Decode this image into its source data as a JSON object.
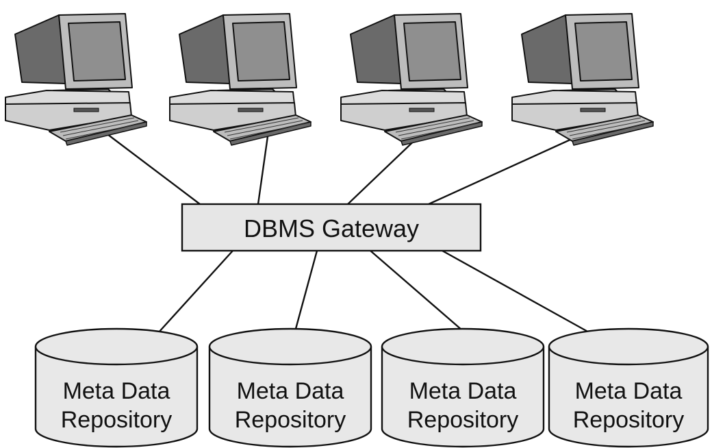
{
  "gateway": {
    "label": "DBMS Gateway"
  },
  "workstations": [
    {
      "icon": "desktop-computer-icon"
    },
    {
      "icon": "desktop-computer-icon"
    },
    {
      "icon": "desktop-computer-icon"
    },
    {
      "icon": "desktop-computer-icon"
    }
  ],
  "repositories": [
    {
      "line1": "Meta Data",
      "line2": "Repository",
      "icon": "database-cylinder-icon"
    },
    {
      "line1": "Meta Data",
      "line2": "Repository",
      "icon": "database-cylinder-icon"
    },
    {
      "line1": "Meta Data",
      "line2": "Repository",
      "icon": "database-cylinder-icon"
    },
    {
      "line1": "Meta Data",
      "line2": "Repository",
      "icon": "database-cylinder-icon"
    }
  ],
  "colors": {
    "outline": "#111111",
    "monitor_body": "#bdbdbd",
    "monitor_side": "#6a6a6a",
    "screen": "#8f8f8f",
    "gateway_fill": "#e6e6e6",
    "repository_fill": "#e8e8e8"
  }
}
